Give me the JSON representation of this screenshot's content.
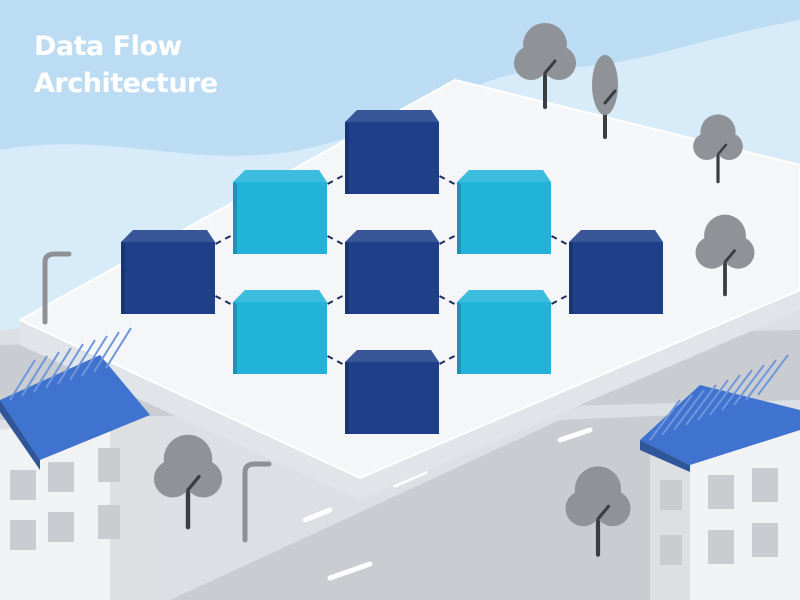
{
  "diagram": {
    "title_lines": [
      "Data Flow",
      "Architecture"
    ],
    "colors": {
      "sky": "#bcdcf3",
      "cloud": "#d7ebf9",
      "platform_top": "#f4f6f8",
      "platform_side": "#e1e5e9",
      "ground": "#dcdfe3",
      "road": "#c9ccd1",
      "node_dark": "#1e3f8a",
      "node_light": "#21b3da",
      "connector": "#1d2f55",
      "roof": "#3f73cf",
      "wall": "#f1f2f4",
      "window": "#c9ccd1",
      "tree": "#8f9296",
      "trunk": "#3a3d42"
    },
    "nodes": [
      {
        "id": "top",
        "tone": "dark"
      },
      {
        "id": "upper-left",
        "tone": "light"
      },
      {
        "id": "upper-right",
        "tone": "light"
      },
      {
        "id": "left",
        "tone": "dark"
      },
      {
        "id": "center",
        "tone": "dark"
      },
      {
        "id": "right",
        "tone": "dark"
      },
      {
        "id": "lower-left",
        "tone": "light"
      },
      {
        "id": "lower-right",
        "tone": "light"
      },
      {
        "id": "bottom",
        "tone": "dark"
      }
    ],
    "links": [
      [
        "top",
        "upper-left"
      ],
      [
        "top",
        "upper-right"
      ],
      [
        "upper-left",
        "left"
      ],
      [
        "upper-left",
        "center"
      ],
      [
        "upper-right",
        "center"
      ],
      [
        "upper-right",
        "right"
      ],
      [
        "left",
        "lower-left"
      ],
      [
        "center",
        "lower-left"
      ],
      [
        "center",
        "lower-right"
      ],
      [
        "right",
        "lower-right"
      ],
      [
        "lower-left",
        "bottom"
      ],
      [
        "lower-right",
        "bottom"
      ]
    ],
    "trees": [
      "tree-top-left",
      "tree-top-narrow",
      "tree-right-upper",
      "tree-right-mid",
      "tree-bottom-left",
      "tree-bottom-right"
    ],
    "buildings": [
      "building-left",
      "building-right"
    ],
    "lamps": [
      "lamp-left",
      "lamp-bottom"
    ]
  }
}
